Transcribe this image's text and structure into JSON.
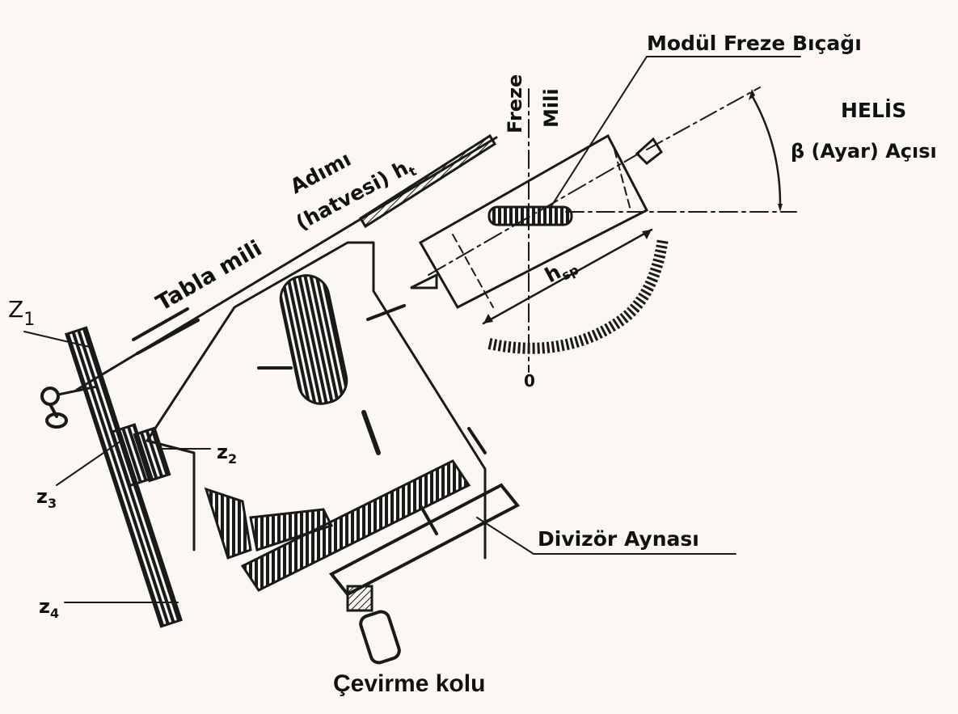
{
  "labels": {
    "cutter": "Modül Freze Bıçağı",
    "spindle_top": "Freze",
    "spindle_bottom": "Mili",
    "helix_title": "HELİS",
    "helix_angle": "β (Ayar) Açısı",
    "pitch_line1": "Adımı",
    "pitch_line2": "(hatvesi) h",
    "pitch_sub": "t",
    "table_shaft": "Tabla mili",
    "hsp": "h",
    "hsp_sub": "sp",
    "zero": "0",
    "z1": "Z",
    "z1_sub": "1",
    "z2": "z",
    "z2_sub": "2",
    "z3": "z",
    "z3_sub": "3",
    "z4": "z",
    "z4_sub": "4",
    "divider_plate": "Divizör Aynası",
    "crank": "Çevirme kolu"
  },
  "colors": {
    "ink": "#1a1a1a",
    "paper": "#fbf8f3"
  }
}
